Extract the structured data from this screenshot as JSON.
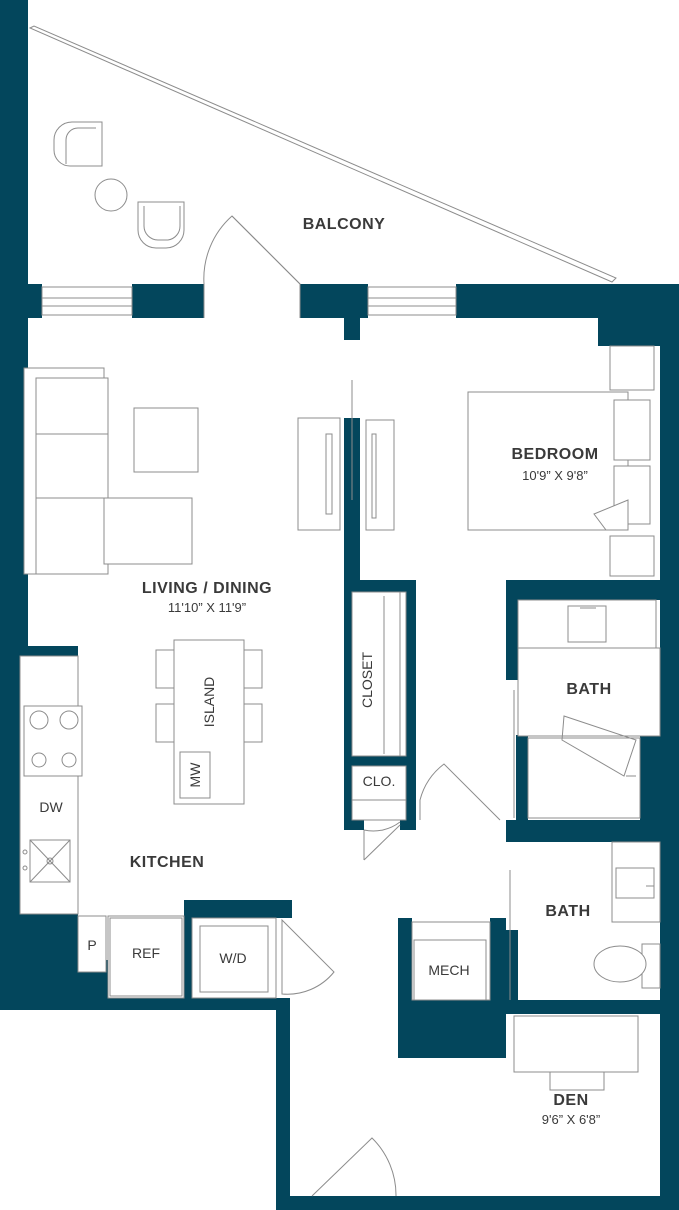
{
  "colors": {
    "wall": "#03465c",
    "fixture_stroke": "#8c8c8c",
    "label": "#3a3a3a",
    "background": "#ffffff"
  },
  "rooms": {
    "balcony": {
      "name": "BALCONY"
    },
    "bedroom": {
      "name": "BEDROOM",
      "dimensions": "10'9” X 9'8”"
    },
    "living_dining": {
      "name": "LIVING / DINING",
      "dimensions": "11'10” X 11'9”"
    },
    "bath_1": {
      "name": "BATH"
    },
    "bath_2": {
      "name": "BATH"
    },
    "kitchen": {
      "name": "KITCHEN"
    },
    "den": {
      "name": "DEN",
      "dimensions": "9'6” X 6'8”"
    }
  },
  "fixtures": {
    "closet": "CLOSET",
    "clo": "CLO.",
    "island": "ISLAND",
    "mw": "MW",
    "dw": "DW",
    "ref": "REF",
    "wd": "W/D",
    "pantry": "P",
    "mech": "MECH"
  }
}
